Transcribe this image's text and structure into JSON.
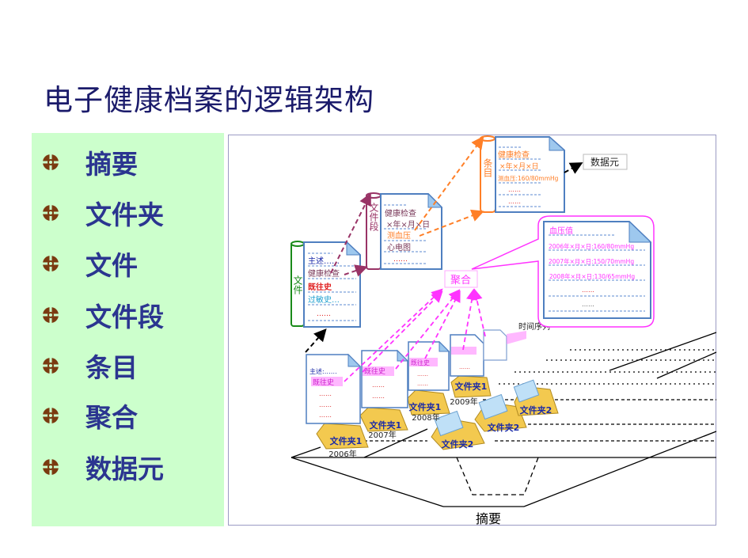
{
  "title": "电子健康档案的逻辑架构",
  "bullets": [
    "摘要",
    "文件夹",
    "文件",
    "文件段",
    "条目",
    "聚合",
    "数据元"
  ],
  "colors": {
    "title": "#1b1b6b",
    "panel": "#ccffcc",
    "bullet": "#7a3a10",
    "doc_border": "#4f7fc0",
    "magenta": "#ff33ff",
    "orange": "#ff7f27",
    "maroon": "#993366",
    "green": "#1a8a1a"
  },
  "diagram": {
    "file": {
      "label": "文件",
      "lines": [
        "主述……",
        "健康检查",
        "既往史",
        "过敏史…",
        "……"
      ]
    },
    "segment": {
      "label": "文件段",
      "lines": [
        "健康检查",
        "×年×月×日",
        "测血压",
        "心电图",
        "……"
      ]
    },
    "entry": {
      "label": "条目",
      "lines": [
        "健康检查",
        "×年×月×日",
        "测血压:160/80mmHg",
        "……",
        "……"
      ]
    },
    "data_element": "数据元",
    "aggregate": "聚合",
    "bp": {
      "title": "血压值",
      "lines": [
        "2006年×月×日:160/80mmHg",
        "2007年×月×日:150/70mmHg",
        "2008年×月×日:130/65mmHg",
        "……",
        "……"
      ]
    },
    "time_series": "时间序列",
    "docs": {
      "summary": "主述:……",
      "history": "既往史",
      "dots": "……"
    },
    "folders1": [
      "文件夹1",
      "文件夹1",
      "文件夹1",
      "文件夹1"
    ],
    "folders2": [
      "文件夹2",
      "文件夹2",
      "文件夹2"
    ],
    "years": [
      "2006年",
      "2007年",
      "2008年",
      "2009年"
    ],
    "summary": "摘要"
  }
}
